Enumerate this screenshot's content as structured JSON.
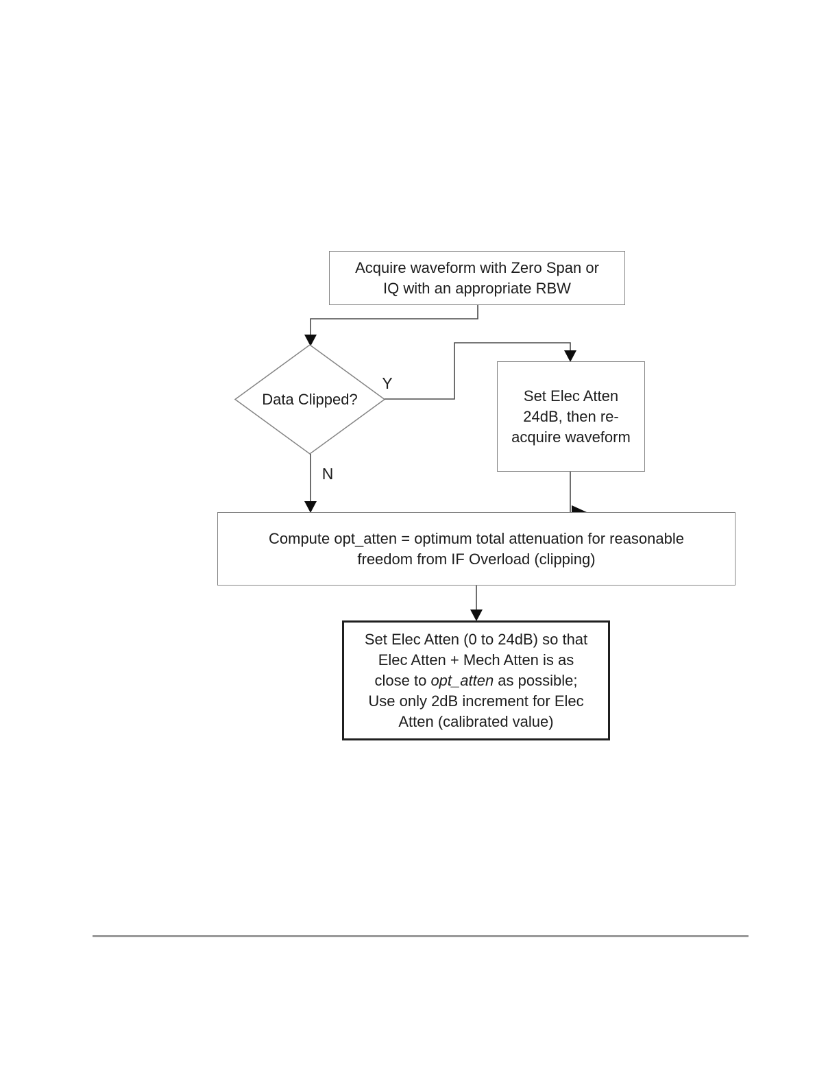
{
  "page": {
    "background_color": "#ffffff",
    "text_color": "#1c1c1c",
    "thin_border_color": "#848484",
    "bold_border_color": "#1f1f1f",
    "connector_color": "#4a4a4a",
    "arrowhead_color": "#0d0d0d",
    "footer_rule_color": "#999999"
  },
  "flowchart": {
    "acquire": {
      "line1": "Acquire waveform with Zero Span or",
      "line2": "IQ with an appropriate RBW"
    },
    "decision": {
      "label": "Data Clipped?"
    },
    "branch_yes": "Y",
    "branch_no": "N",
    "set_atten": {
      "line1": "Set Elec Atten",
      "line2": "24dB, then re-",
      "line3": "acquire waveform"
    },
    "compute": {
      "line1": "Compute opt_atten = optimum total attenuation for reasonable",
      "line2": "freedom from IF Overload (clipping)"
    },
    "final": {
      "line1": "Set Elec Atten (0 to 24dB) so that",
      "line2": "Elec Atten + Mech Atten is as",
      "line3_pre": "close to ",
      "line3_italic": "opt_atten",
      "line3_post": " as possible;",
      "line4": "Use only 2dB increment for Elec",
      "line5": "Atten (calibrated value)"
    }
  }
}
